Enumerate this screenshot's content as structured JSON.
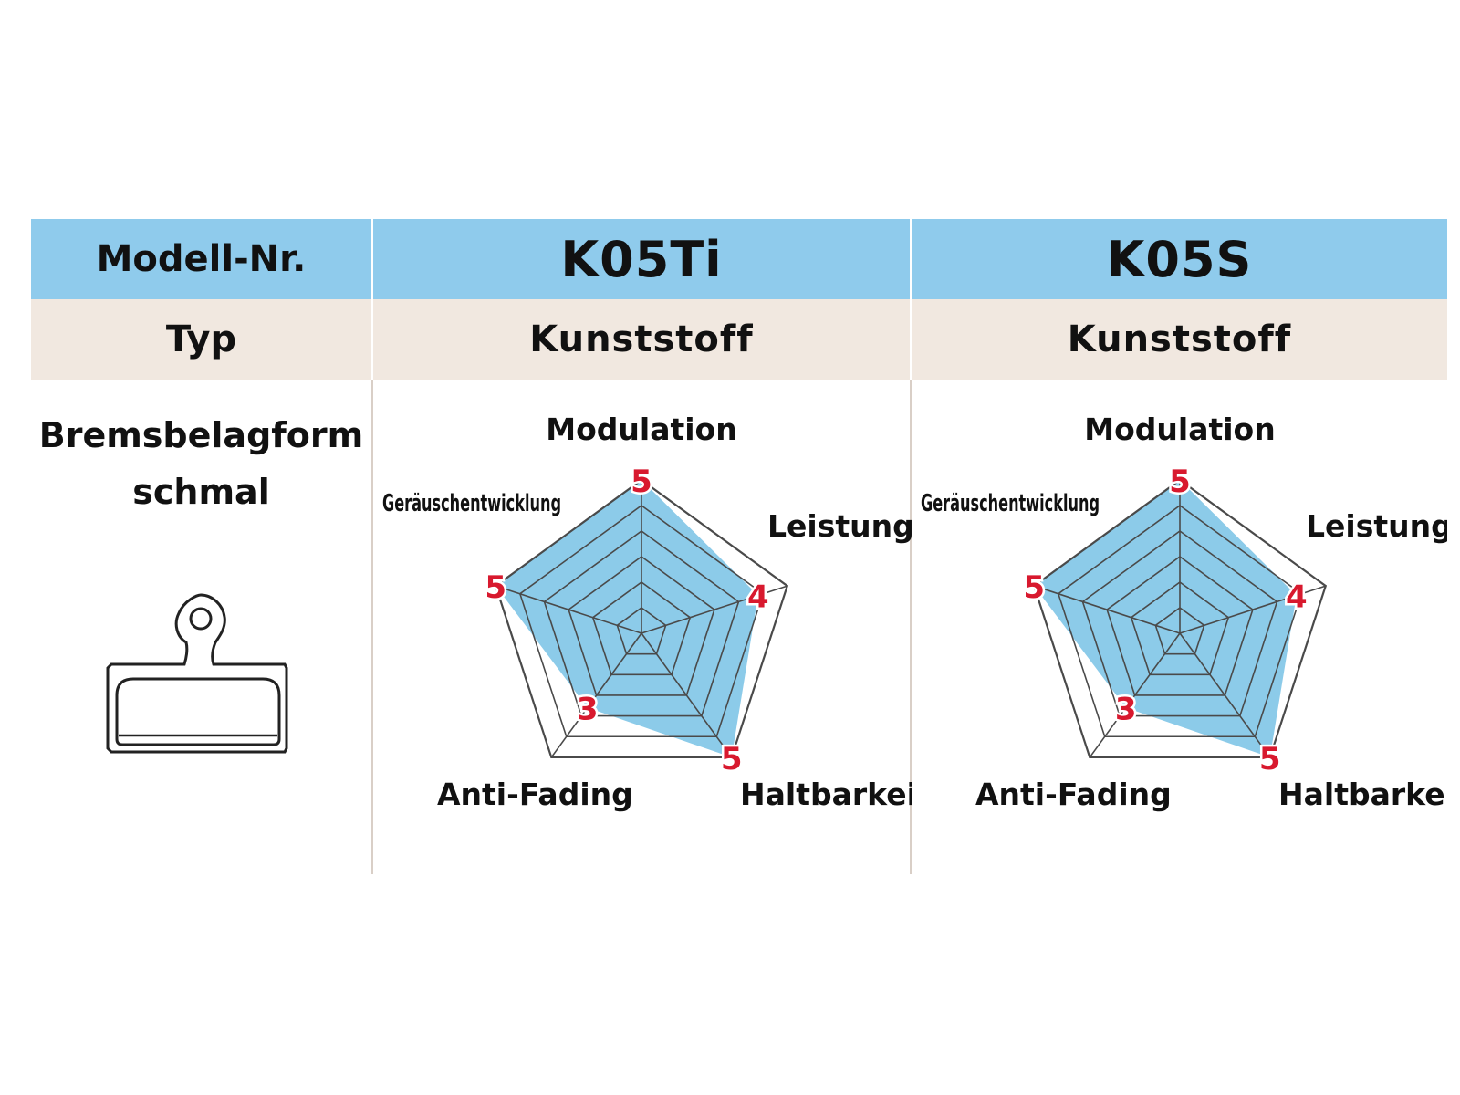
{
  "table": {
    "header": {
      "label": "Modell-Nr.",
      "models": [
        "K05Ti",
        "K05S"
      ]
    },
    "type_row": {
      "label": "Typ",
      "values": [
        "Kunststoff",
        "Kunststoff"
      ]
    },
    "shape_row": {
      "line1": "Bremsbelagform",
      "line2": "schmal",
      "icon": "brake-pad-icon"
    }
  },
  "colors": {
    "header_bg": "#8fcbec",
    "type_bg": "#f1e8e0",
    "radar_fill": "#8ccbe9",
    "value_label": "#d8192e",
    "grid_line": "#4a4a4a"
  },
  "chart_data": [
    {
      "type": "radar",
      "model": "K05Ti",
      "axes": [
        "Modulation",
        "Leistung",
        "Haltbarkeit",
        "Anti-Fading",
        "Geräuschentwicklung"
      ],
      "values": [
        5,
        4,
        5,
        3,
        5
      ],
      "range": [
        0,
        5
      ]
    },
    {
      "type": "radar",
      "model": "K05S",
      "axes": [
        "Modulation",
        "Leistung",
        "Haltbarkeit",
        "Anti-Fading",
        "Geräuschentwicklung"
      ],
      "values": [
        5,
        4,
        5,
        3,
        5
      ],
      "range": [
        0,
        5
      ]
    }
  ]
}
